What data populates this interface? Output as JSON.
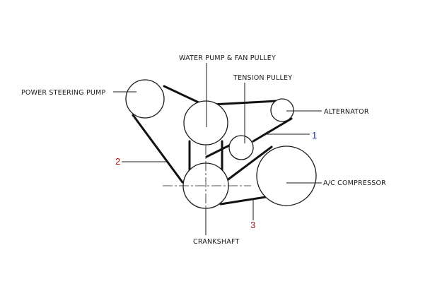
{
  "labels": {
    "power_steering_pump": "POWER STEERING PUMP",
    "water_pump_fan_pulley": "WATER PUMP & FAN PULLEY",
    "tension_pulley": "TENSION PULLEY",
    "alternator": "ALTERNATOR",
    "ac_compressor": "A/C COMPRESSOR",
    "crankshaft": "CRANKSHAFT"
  },
  "belts": {
    "belt_1": "1",
    "belt_2": "2",
    "belt_3": "3"
  },
  "colors": {
    "belt_1_label": "#1a2a9a",
    "belt_2_label": "#a01818",
    "belt_3_label": "#a01818",
    "ink": "#1a1a1a"
  }
}
